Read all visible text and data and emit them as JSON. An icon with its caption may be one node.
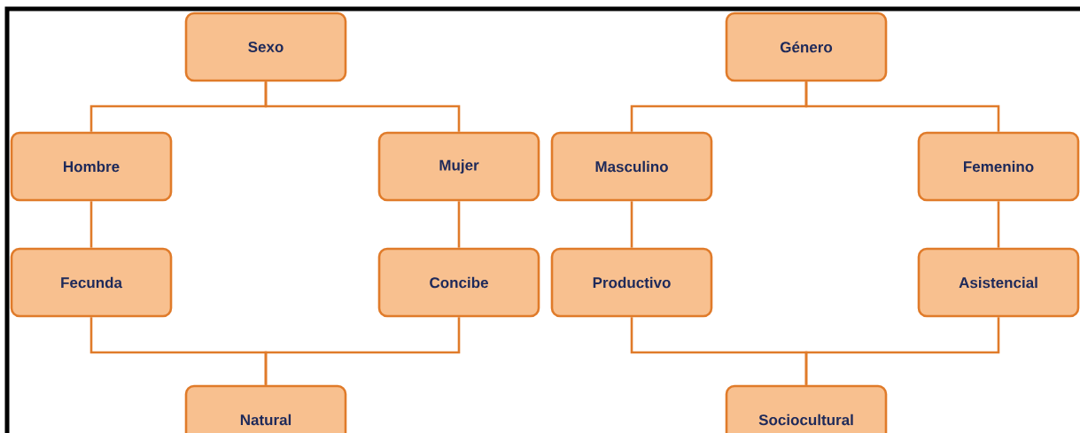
{
  "diagram": {
    "nodes": [
      {
        "text": [
          "Sexo"
        ]
      },
      {
        "text": [
          "Hombre"
        ]
      },
      {
        "text": [
          "Mujer"
        ]
      },
      {
        "text": [
          "Fecunda"
        ]
      },
      {
        "text": [
          "Concibe"
        ]
      },
      {
        "text": [
          "Natural"
        ]
      },
      {
        "text": [
          "Género"
        ]
      },
      {
        "text": [
          "Masculino"
        ]
      },
      {
        "text": [
          "Femenino"
        ]
      },
      {
        "text": [
          "Productivo"
        ]
      },
      {
        "text": [
          "Asistencial"
        ]
      },
      {
        "text": [
          "Sociocultural"
        ]
      }
    ],
    "edges": [
      {
        "from": 0,
        "to": 1,
        "arrow": "none"
      },
      {
        "from": 0,
        "to": 2,
        "arrow": "none"
      },
      {
        "from": 1,
        "to": 3,
        "arrow": "none"
      },
      {
        "from": 2,
        "to": 4,
        "arrow": "none"
      },
      {
        "from": 3,
        "to": 5,
        "arrow": "none"
      },
      {
        "from": 4,
        "to": 5,
        "arrow": "none"
      },
      {
        "from": 6,
        "to": 7,
        "arrow": "none"
      },
      {
        "from": 6,
        "to": 8,
        "arrow": "none"
      },
      {
        "from": 7,
        "to": 9,
        "arrow": "none"
      },
      {
        "from": 8,
        "to": 10,
        "arrow": "none"
      },
      {
        "from": 9,
        "to": 11,
        "arrow": "none"
      },
      {
        "from": 10,
        "to": 11,
        "arrow": "none"
      }
    ]
  }
}
